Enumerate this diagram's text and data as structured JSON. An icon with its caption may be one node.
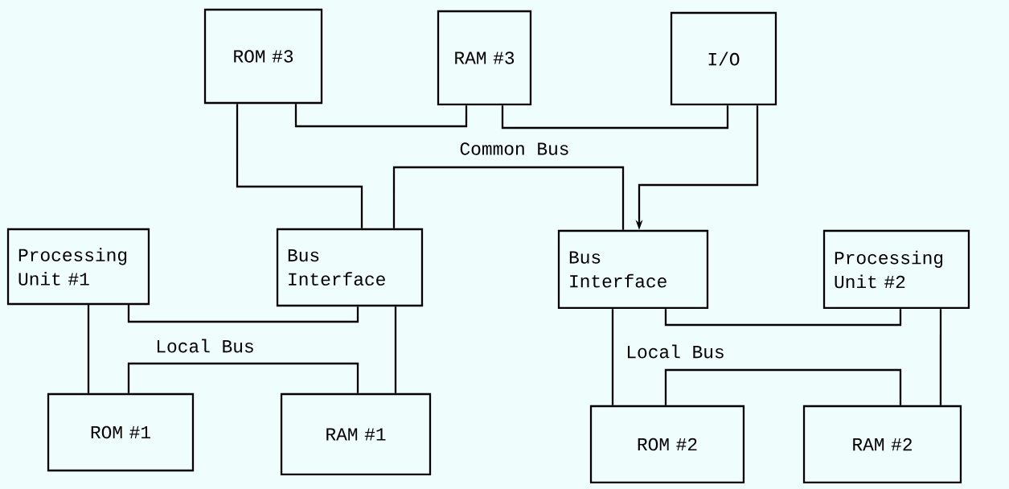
{
  "diagram": {
    "nodes": [
      {
        "text": [
          "ROM #3"
        ]
      },
      {
        "text": [
          "RAM #3"
        ]
      },
      {
        "text": [
          "I/O"
        ]
      },
      {
        "text": [
          "Processing Unit #1"
        ]
      },
      {
        "text": [
          "Bus Interface"
        ]
      },
      {
        "text": [
          "Bus Interface"
        ]
      },
      {
        "text": [
          "Processing Unit #2"
        ]
      },
      {
        "text": [
          "ROM #1"
        ]
      },
      {
        "text": [
          "RAM #1"
        ]
      },
      {
        "text": [
          "ROM #2"
        ]
      },
      {
        "text": [
          "RAM #2"
        ]
      }
    ],
    "edges": [
      {
        "from": 0,
        "to": 4,
        "arrow": "none"
      },
      {
        "from": 0,
        "to": 1,
        "arrow": "none"
      },
      {
        "from": 1,
        "to": 2,
        "arrow": "none"
      },
      {
        "from": 2,
        "to": 5,
        "arrow": "to"
      },
      {
        "from": 4,
        "to": 5,
        "arrow": "none"
      },
      {
        "from": 3,
        "to": 7,
        "arrow": "none"
      },
      {
        "from": 3,
        "to": 4,
        "arrow": "none"
      },
      {
        "from": 4,
        "to": 8,
        "arrow": "none"
      },
      {
        "from": 7,
        "to": 8,
        "arrow": "none"
      },
      {
        "from": 5,
        "to": 9,
        "arrow": "none"
      },
      {
        "from": 5,
        "to": 6,
        "arrow": "none"
      },
      {
        "from": 6,
        "to": 10,
        "arrow": "none"
      },
      {
        "from": 9,
        "to": 10,
        "arrow": "none"
      }
    ],
    "labels": [
      "Common Bus",
      "Local Bus",
      "Local Bus"
    ]
  }
}
